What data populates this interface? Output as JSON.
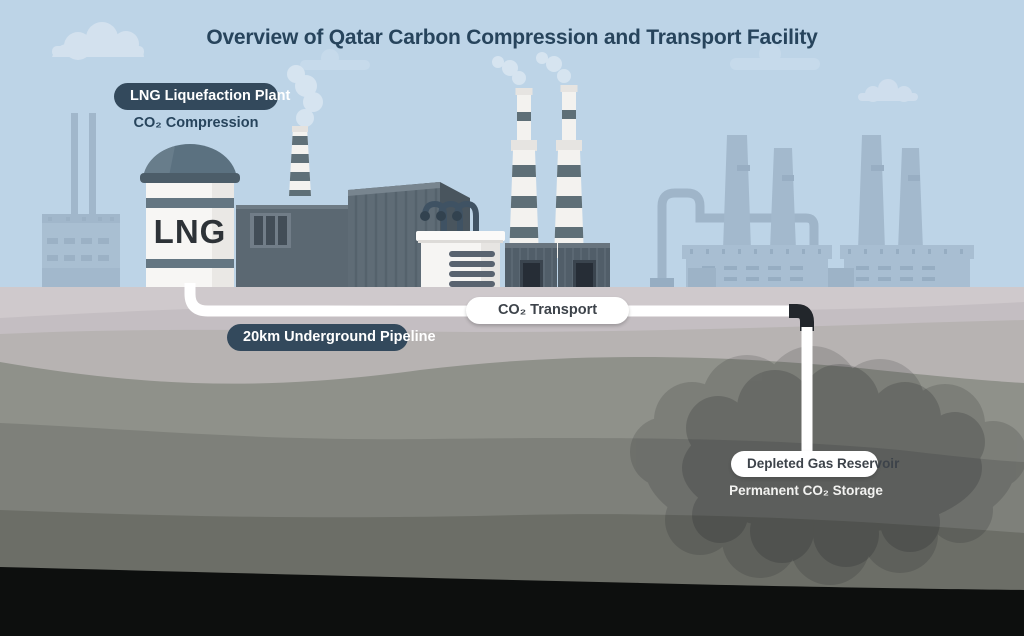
{
  "title": "Overview of Qatar Carbon Compression and Transport Facility",
  "plant": {
    "badge": "LNG Liquefaction Plant",
    "caption": "CO₂ Compression",
    "tank_label": "LNG"
  },
  "pipeline": {
    "transport_badge": "CO₂ Transport",
    "length_badge": "20km Underground Pipeline"
  },
  "reservoir": {
    "badge": "Depleted Gas Reservoir",
    "caption": "Permanent CO₂ Storage"
  },
  "colors": {
    "sky": "#bdd4e7",
    "cloud": "#d3e1ee",
    "title_text": "#27445c",
    "badge_dark_bg": "#33495c",
    "badge_light_bg": "#ffffff",
    "pipe": "#ffffff",
    "pipe_elbow": "#22262b",
    "building_dark": "#5b6872",
    "building_faded": "#a8bed2",
    "smokestack_band": "#5e6f77",
    "ground_surface": "#cfc9cc",
    "ground_mid": "#8f918a",
    "ground_black": "#0d0f0e"
  }
}
